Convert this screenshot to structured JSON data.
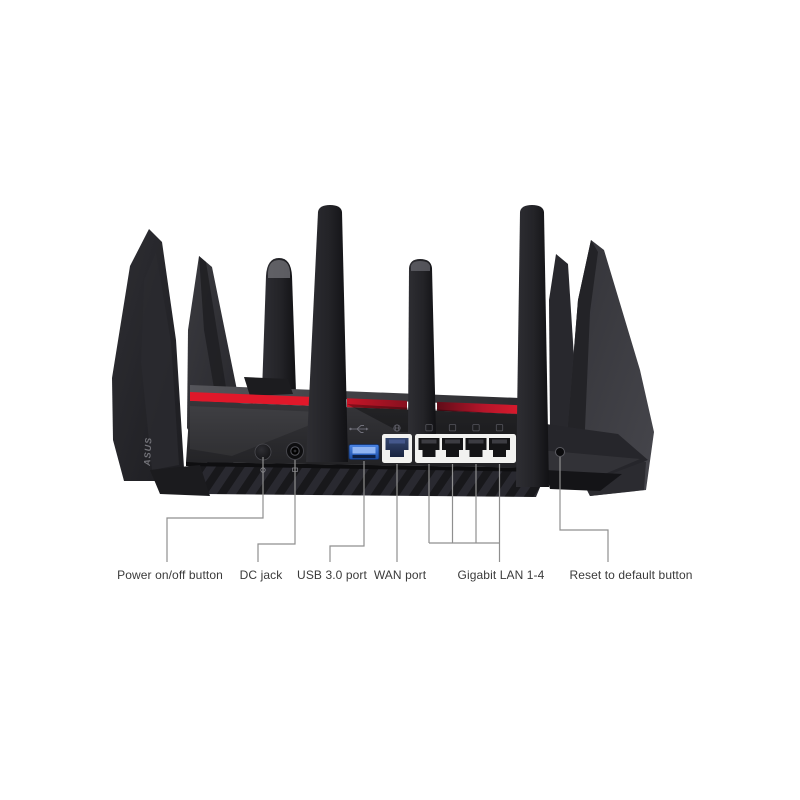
{
  "diagram": {
    "device_logo": "ASUS",
    "callout_labels": {
      "power": "Power on/off button",
      "dc": "DC jack",
      "usb": "USB 3.0 port",
      "wan": "WAN port",
      "lan": "Gigabit LAN 1-4",
      "reset": "Reset to default button"
    },
    "colors": {
      "background": "#ffffff",
      "accent_stripe_red": "#e0182a",
      "chassis_dark": "#242428",
      "usb_port_blue": "#2d6ad0",
      "wan_port_navy": "#26375f",
      "callout_line": "#8f8f8f",
      "label_text": "#3a3a3a"
    }
  }
}
